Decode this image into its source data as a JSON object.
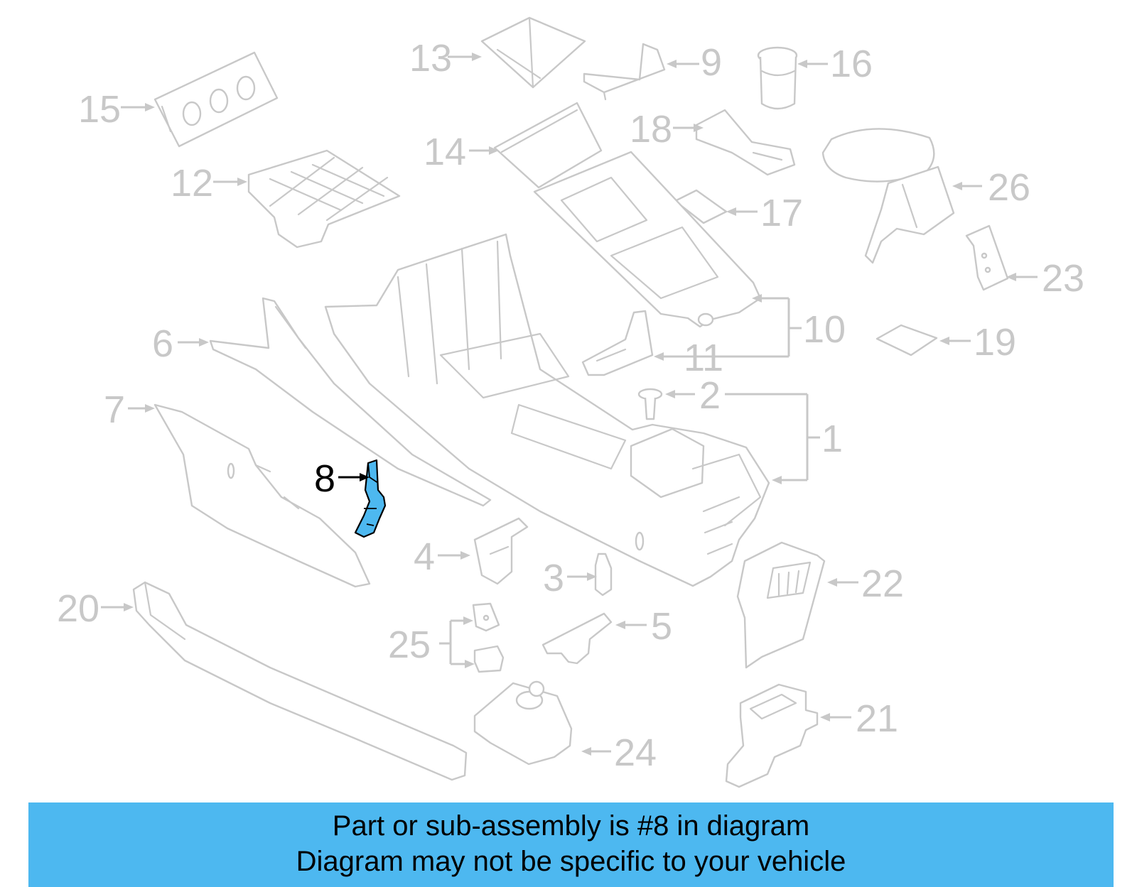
{
  "diagram": {
    "highlight_color": "#4db8f0",
    "highlight_part": "8",
    "callouts": {
      "c1": "1",
      "c2": "2",
      "c3": "3",
      "c4": "4",
      "c5": "5",
      "c6": "6",
      "c7": "7",
      "c8": "8",
      "c9": "9",
      "c10": "10",
      "c11": "11",
      "c12": "12",
      "c13": "13",
      "c14": "14",
      "c15": "15",
      "c16": "16",
      "c17": "17",
      "c18": "18",
      "c19": "19",
      "c20": "20",
      "c21": "21",
      "c22": "22",
      "c23": "23",
      "c24": "24",
      "c25": "25",
      "c26": "26"
    }
  },
  "banner": {
    "line1": "Part or sub-assembly is #8 in diagram",
    "line2": "Diagram may not be specific to your vehicle",
    "background": "#4db8f0"
  }
}
